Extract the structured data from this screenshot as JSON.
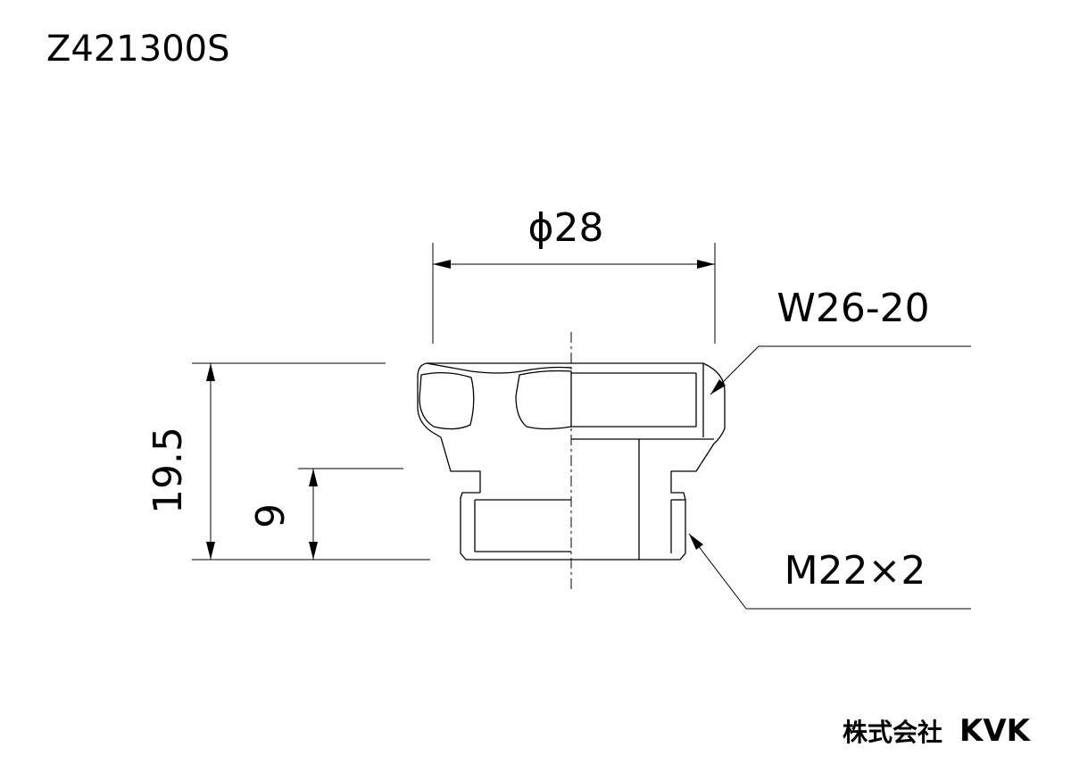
{
  "model_number": "Z421300S",
  "dimensions": {
    "diameter": "ϕ28",
    "total_height": "19.5",
    "lower_height": "9"
  },
  "thread_callouts": {
    "upper_thread": "W26-20",
    "lower_thread": "M22×2"
  },
  "company": {
    "name_jp": "株式会社",
    "brand": "KVK"
  }
}
